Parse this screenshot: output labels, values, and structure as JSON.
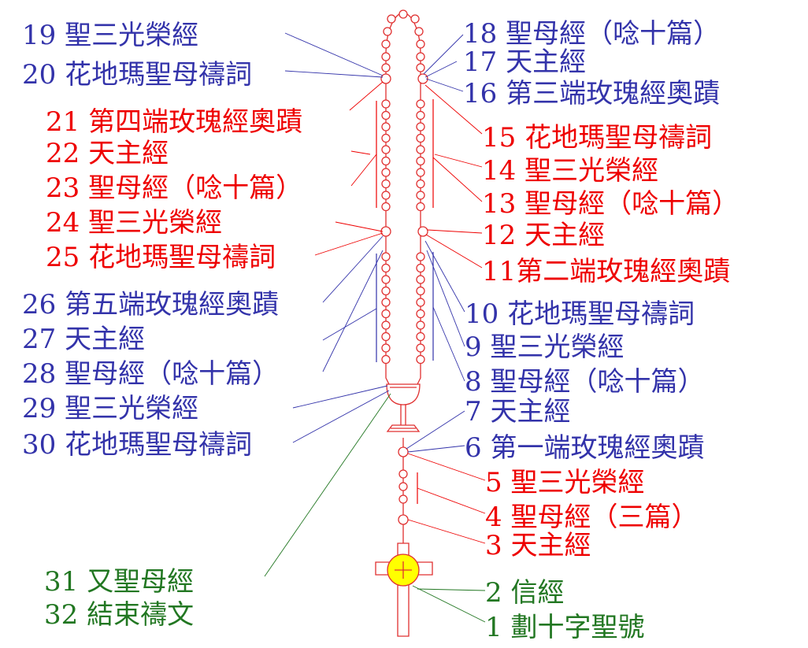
{
  "colors": {
    "blue": "#3333aa",
    "red": "#ee0000",
    "green": "#227722",
    "bead": "#e03030",
    "medal": "#ffff00"
  },
  "icons": {
    "cross": "crucifix-icon",
    "medal": "medal-icon",
    "chalice": "chalice-icon"
  },
  "labels": [
    {
      "id": "p1",
      "text": "1 劃十字聖號",
      "color": "green"
    },
    {
      "id": "p2",
      "text": "2 信經",
      "color": "green"
    },
    {
      "id": "p3",
      "text": "3 天主經",
      "color": "red"
    },
    {
      "id": "p4",
      "text": "4 聖母經（三篇）",
      "color": "red"
    },
    {
      "id": "p5",
      "text": "5 聖三光榮經",
      "color": "red"
    },
    {
      "id": "p6",
      "text": "6 第一端玫瑰經奧蹟",
      "color": "blue"
    },
    {
      "id": "p7",
      "text": "7 天主經",
      "color": "blue"
    },
    {
      "id": "p8",
      "text": "8 聖母經（唸十篇）",
      "color": "blue"
    },
    {
      "id": "p9",
      "text": "9 聖三光榮經",
      "color": "blue"
    },
    {
      "id": "p10",
      "text": "10 花地瑪聖母禱詞",
      "color": "blue"
    },
    {
      "id": "p11",
      "text": "11第二端玫瑰經奧蹟",
      "color": "red"
    },
    {
      "id": "p12",
      "text": "12 天主經",
      "color": "red"
    },
    {
      "id": "p13",
      "text": "13 聖母經（唸十篇）",
      "color": "red"
    },
    {
      "id": "p14",
      "text": "14 聖三光榮經",
      "color": "red"
    },
    {
      "id": "p15",
      "text": "15 花地瑪聖母禱詞",
      "color": "red"
    },
    {
      "id": "p16",
      "text": "16 第三端玫瑰經奧蹟",
      "color": "blue"
    },
    {
      "id": "p17",
      "text": "17 天主經",
      "color": "blue"
    },
    {
      "id": "p18",
      "text": "18 聖母經（唸十篇）",
      "color": "blue"
    },
    {
      "id": "p19",
      "text": "19 聖三光榮經",
      "color": "blue"
    },
    {
      "id": "p20",
      "text": "20 花地瑪聖母禱詞",
      "color": "blue"
    },
    {
      "id": "p21",
      "text": "21 第四端玫瑰經奧蹟",
      "color": "red"
    },
    {
      "id": "p22",
      "text": "22 天主經",
      "color": "red"
    },
    {
      "id": "p23",
      "text": "23 聖母經（唸十篇）",
      "color": "red"
    },
    {
      "id": "p24",
      "text": "24 聖三光榮經",
      "color": "red"
    },
    {
      "id": "p25",
      "text": "25 花地瑪聖母禱詞",
      "color": "red"
    },
    {
      "id": "p26",
      "text": "26 第五端玫瑰經奧蹟",
      "color": "blue"
    },
    {
      "id": "p27",
      "text": "27 天主經",
      "color": "blue"
    },
    {
      "id": "p28",
      "text": "28 聖母經（唸十篇）",
      "color": "blue"
    },
    {
      "id": "p29",
      "text": "29 聖三光榮經",
      "color": "blue"
    },
    {
      "id": "p30",
      "text": "30 花地瑪聖母禱詞",
      "color": "blue"
    },
    {
      "id": "p31",
      "text": "31 又聖母經",
      "color": "green"
    },
    {
      "id": "p32",
      "text": "32 結束禱文",
      "color": "green"
    }
  ]
}
